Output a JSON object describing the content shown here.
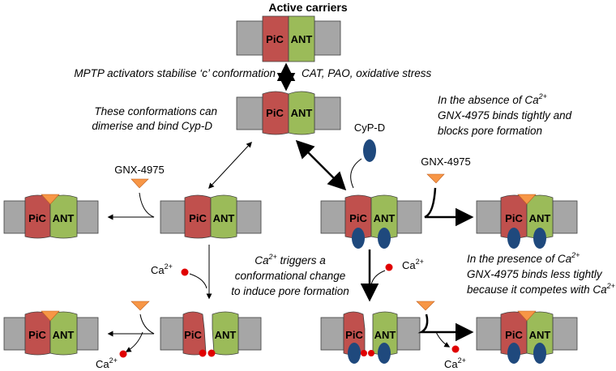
{
  "title": "Active carriers",
  "protein_labels": {
    "pic": "PiC",
    "ant": "ANT"
  },
  "molecule_labels": {
    "inhibitor": "GNX-4975",
    "cyclophilin": "CyP-D",
    "calcium_base": "Ca",
    "calcium_sup": "2+"
  },
  "captions": {
    "activators_left": "MPTP activators stabilise ‘c’ conformation",
    "activators_right": "CAT, PAO, oxidative stress",
    "dimerise": [
      "These conformations can",
      "dimerise and bind Cyp-D"
    ],
    "absence": [
      "In the absence of Ca",
      "2+",
      "GNX-4975 binds tightly and",
      "blocks pore formation"
    ],
    "trigger": [
      "Ca",
      "2+",
      " triggers a",
      "conformational change",
      "to induce pore formation"
    ],
    "presence": [
      "In the presence of Ca",
      "2+",
      "GNX-4975 binds less tightly",
      "because it competes with Ca",
      "2+"
    ]
  },
  "colors": {
    "membrane": "#a6a6a6",
    "pic": "#c0504d",
    "ant": "#9bbb59",
    "inhibitor": "#f79646",
    "cyclophilin": "#1f497d",
    "calcium": "#e00000"
  }
}
